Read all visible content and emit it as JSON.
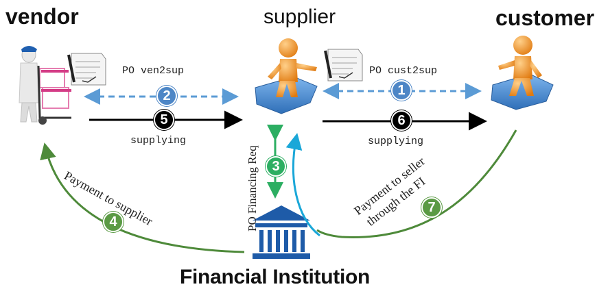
{
  "actors": {
    "vendor": "vendor",
    "supplier": "supplier",
    "customer": "customer",
    "financial_institution": "Financial Institution"
  },
  "flows": {
    "po_ven2sup": "PO ven2sup",
    "po_cust2sup": "PO cust2sup",
    "supplying_1": "supplying",
    "supplying_2": "supplying",
    "po_financing_req": "PO Financing Req",
    "payment_to_supplier": "Payment to supplier",
    "payment_to_seller_line1": "Payment to seller",
    "payment_to_seller_line2": "through the FI"
  },
  "steps": {
    "s1": "1",
    "s2": "2",
    "s3": "3",
    "s4": "4",
    "s5": "5",
    "s6": "6",
    "s7": "7"
  },
  "colors": {
    "po_arrow": "#5b9bd5",
    "supply_arrow": "#000000",
    "payment_arrow": "#4e8a3a",
    "financing_arrow": "#2cae62",
    "fi_payout_arrow": "#1aa7d8",
    "fi_icon": "#1e5ba8",
    "figure": "#f0921c",
    "puzzle": "#4a90d9"
  },
  "icons": [
    "vendor-person-handtruck-icon",
    "document-pen-icon",
    "orange-figure-on-puzzle-icon",
    "bank-building-icon"
  ]
}
